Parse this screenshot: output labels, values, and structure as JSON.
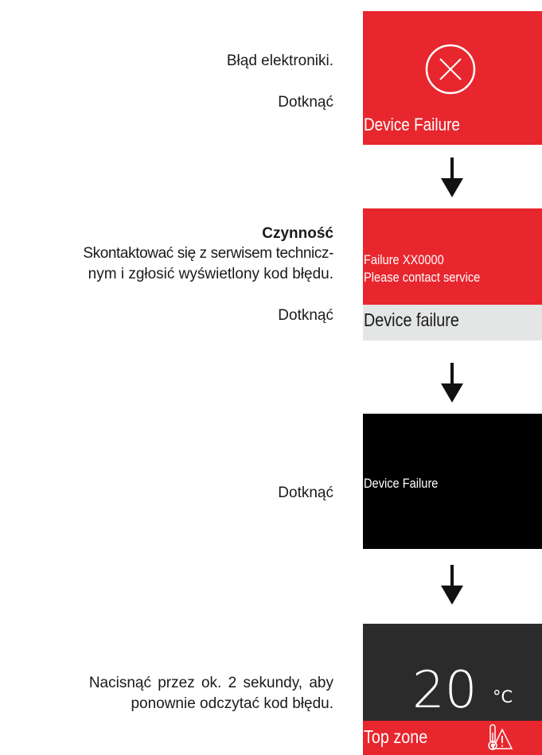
{
  "step1": {
    "text1": "Błąd elektroniki.",
    "text2": "Dotknąć",
    "screen": {
      "icon": "circle-x-icon",
      "label": "Device Failure",
      "color": "#e8262d"
    }
  },
  "step2": {
    "heading": "Czynność",
    "body_line1": "Skontaktować się z serwisem technicz-",
    "body_line2": "nym i zgłosić wyświetlony kod błędu.",
    "touch": "Dotknąć",
    "screen": {
      "line1": "Failure XX0000",
      "line2": "Please contact service",
      "footer": "Device failure",
      "color": "#e8262d",
      "footer_bg": "#e3e6e5"
    }
  },
  "step3": {
    "touch": "Dotknąć",
    "screen": {
      "label": "Device Failure",
      "bg": "#000000"
    }
  },
  "step4": {
    "instr_line1": "Nacisnąć przez ok. 2 sekundy, aby",
    "instr_line2": "ponownie odczytać kod błędu.",
    "screen": {
      "temperature": "20",
      "unit": "°C",
      "zone": "Top zone",
      "icon": "thermometer-warning-icon",
      "bg": "#2b2b2b",
      "bar_color": "#e8262d"
    }
  }
}
